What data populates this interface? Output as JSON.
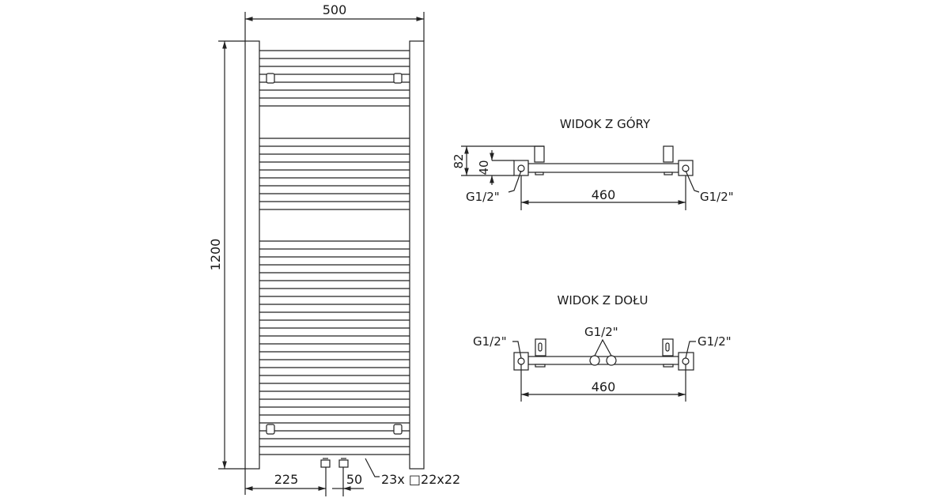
{
  "front": {
    "width": "500",
    "height": "1200",
    "offset": "225",
    "spacing": "50",
    "bars": "23x □22x22"
  },
  "top_view": {
    "title": "WIDOK Z GÓRY",
    "depth": "82",
    "offset": "40",
    "span": "460",
    "conn_left": "G1/2\"",
    "conn_right": "G1/2\""
  },
  "bottom_view": {
    "title": "WIDOK Z DOŁU",
    "span": "460",
    "conn_left": "G1/2\"",
    "conn_middle": "G1/2\"",
    "conn_right": "G1/2\""
  }
}
